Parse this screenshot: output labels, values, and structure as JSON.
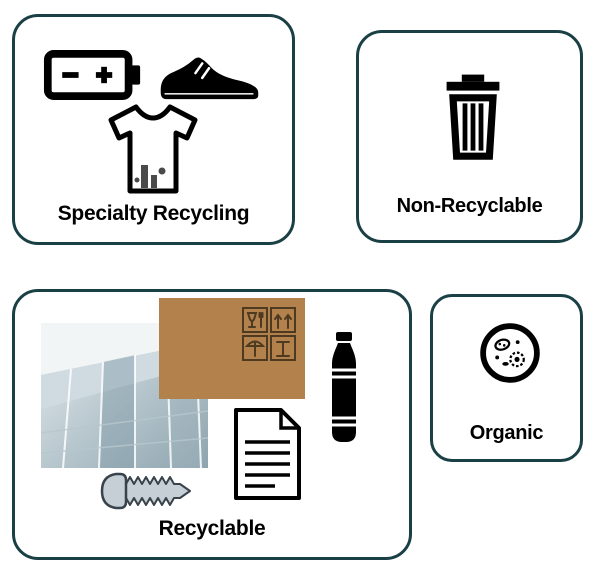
{
  "cards": {
    "specialty": {
      "label": "Specialty Recycling",
      "icons": [
        "battery-icon",
        "shoe-icon",
        "tshirt-icon"
      ]
    },
    "non_recyclable": {
      "label": "Non-Recyclable",
      "icons": [
        "trash-can-icon"
      ]
    },
    "recyclable": {
      "label": "Recyclable",
      "icons": [
        "glass-building-photo",
        "cardboard-image",
        "plastic-bottle-icon",
        "paper-document-icon",
        "screw-icon"
      ]
    },
    "organic": {
      "label": "Organic",
      "icons": [
        "petri-dish-icon"
      ]
    }
  },
  "colors": {
    "page_background": "#ffffff",
    "card_background": "#ffffff",
    "card_border": "#1a4045",
    "label_text": "#000000",
    "cardboard_brown": "#b3824c",
    "cardboard_symbol": "#4e3a20",
    "screw_gray": "#c6cfd6",
    "screw_outline": "#39434c"
  }
}
